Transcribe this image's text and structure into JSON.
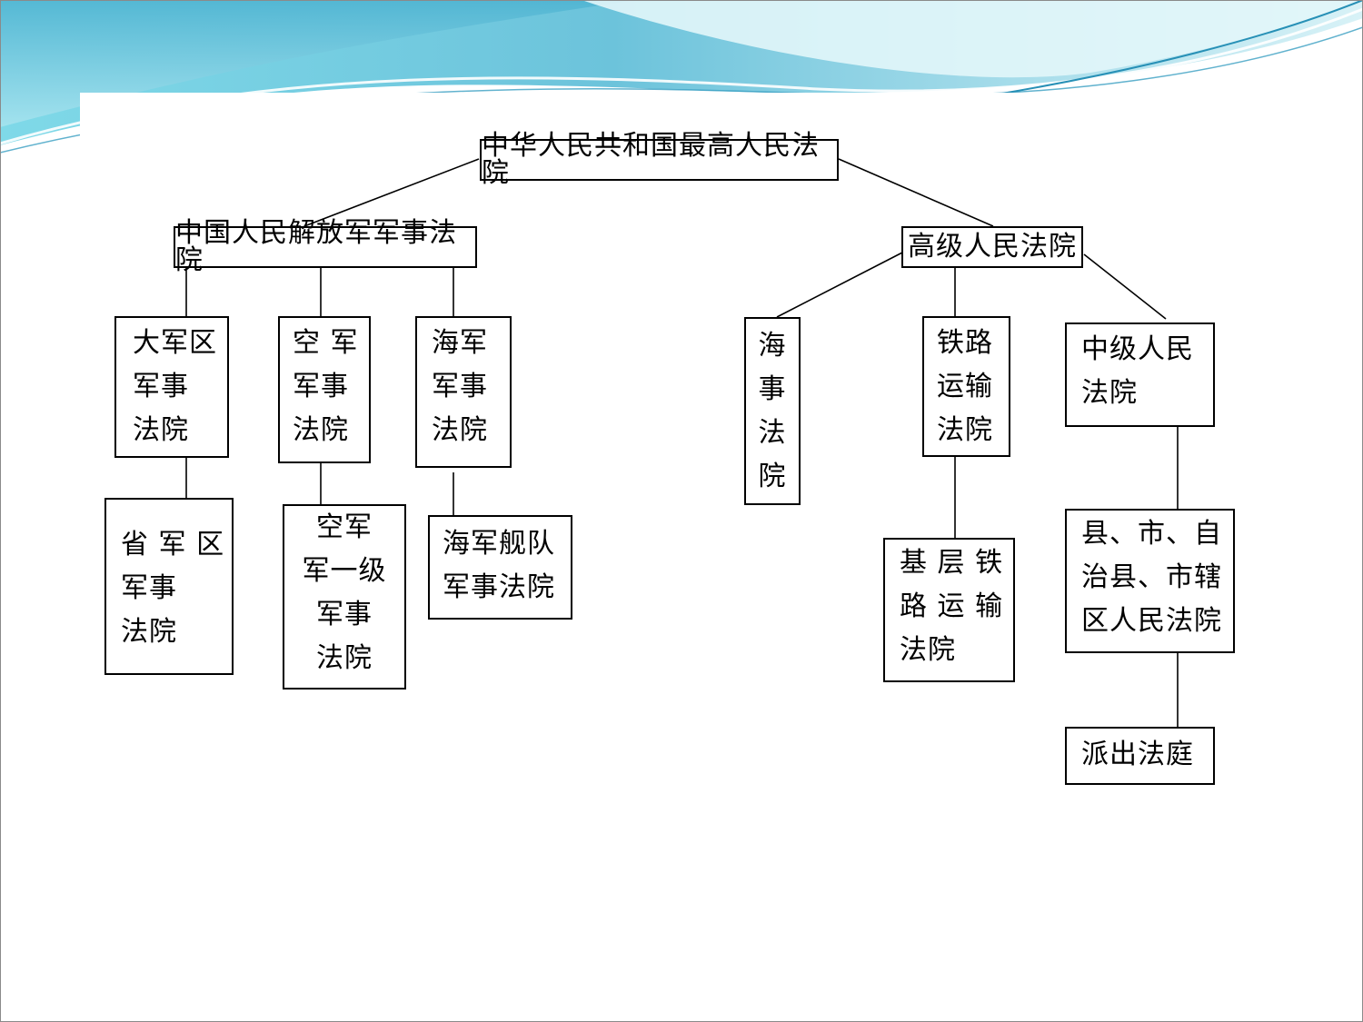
{
  "diagram": {
    "root": "中华人民共和国最高人民法院",
    "military_branch": {
      "label": "中国人民解放军军事法院",
      "army": {
        "label": "大军区\n军事\n法院",
        "child": "省 军 区\n军事\n法院"
      },
      "airforce": {
        "label": "空 军\n军事\n法院",
        "child": "空军\n军一级\n军事\n法院"
      },
      "navy": {
        "label": "海军\n军事\n法院",
        "child": "海军舰队\n军事法院"
      }
    },
    "high_branch": {
      "label": "高级人民法院",
      "maritime": {
        "label": "海\n事\n法\n院"
      },
      "railway": {
        "label": "铁路\n运输\n法院",
        "child": "基 层 铁\n路 运 输\n法院"
      },
      "intermediate": {
        "label": "中级人民\n法院",
        "child": "县、市、自\n治县、市辖\n区人民法院",
        "grandchild": "派出法庭"
      }
    }
  },
  "colors": {
    "banner_light": "#d4f1f6",
    "banner_mid": "#7fd2e2",
    "banner_dark": "#2a9fc0",
    "line": "#000000"
  }
}
